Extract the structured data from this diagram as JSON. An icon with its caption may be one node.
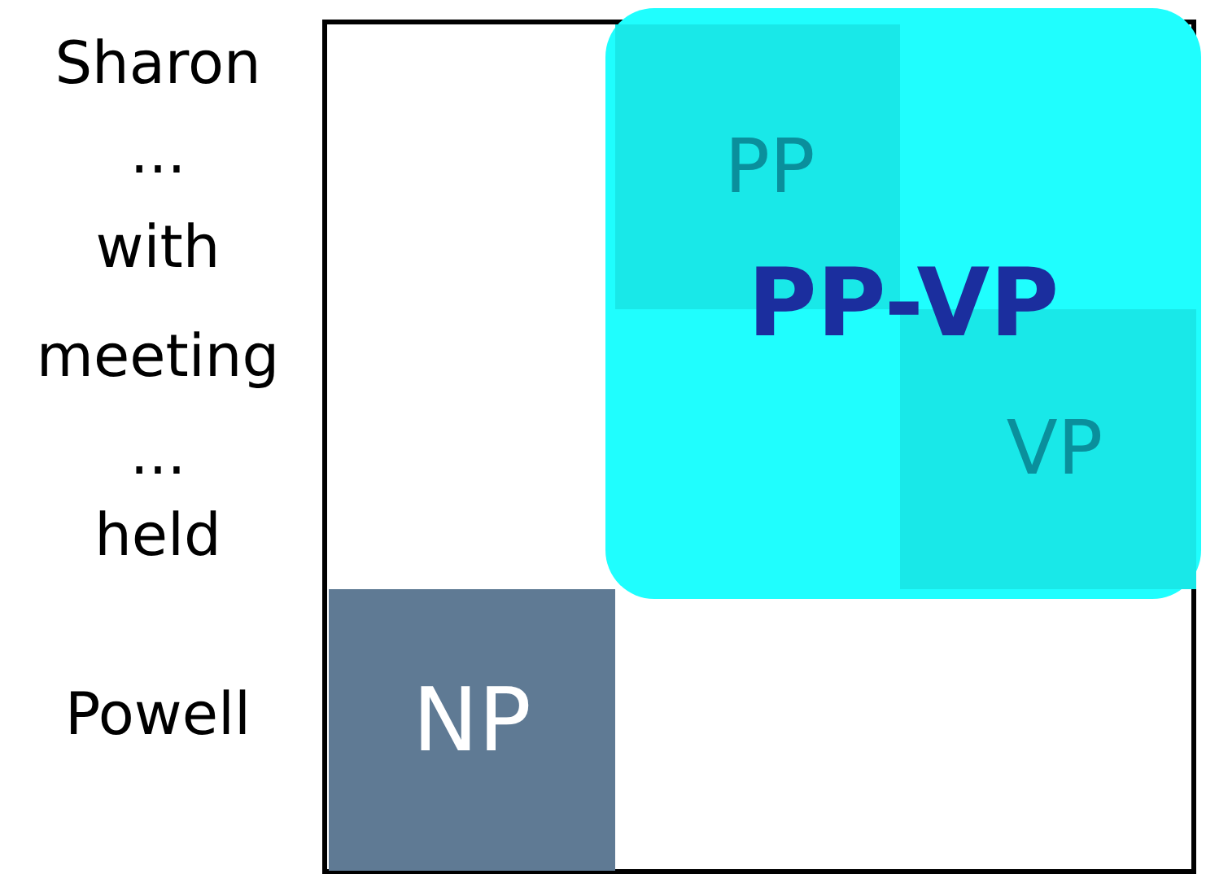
{
  "diagram": {
    "nodes": [
      {
        "text": [
          "PP-VP"
        ]
      },
      {
        "text": [
          "PP"
        ],
        "in": 0
      },
      {
        "text": [
          "VP"
        ],
        "in": 0
      },
      {
        "text": [
          "NP"
        ]
      }
    ],
    "edges": [],
    "labels": [
      "Sharon",
      "...",
      "with",
      "meeting",
      "...",
      "held",
      "Powell"
    ]
  }
}
